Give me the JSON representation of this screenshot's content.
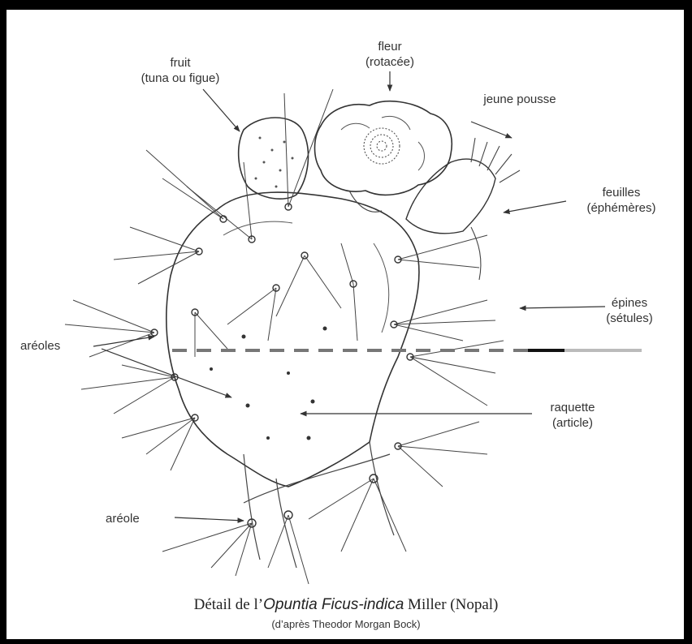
{
  "labels": {
    "fruit": {
      "line1": "fruit",
      "line2": "(tuna ou figue)"
    },
    "fleur": {
      "line1": "fleur",
      "line2": "(rotacée)"
    },
    "jeune_pousse": {
      "line1": "jeune pousse"
    },
    "feuilles": {
      "line1": "feuilles",
      "line2": "(éphémères)"
    },
    "epines": {
      "line1": "épines",
      "line2": "(sétules)"
    },
    "areoles": {
      "line1": "aréoles"
    },
    "raquette": {
      "line1": "raquette",
      "line2": "(article)"
    },
    "areole": {
      "line1": "aréole"
    }
  },
  "caption": {
    "prefix": "Détail de l’",
    "species_italic": "Opuntia Ficus-indica",
    "suffix": " Miller (Nopal)",
    "credit": "(d’après Theodor Morgan Bock)"
  },
  "colors": {
    "ink": "#333333",
    "frame": "#000000",
    "background": "#ffffff"
  }
}
